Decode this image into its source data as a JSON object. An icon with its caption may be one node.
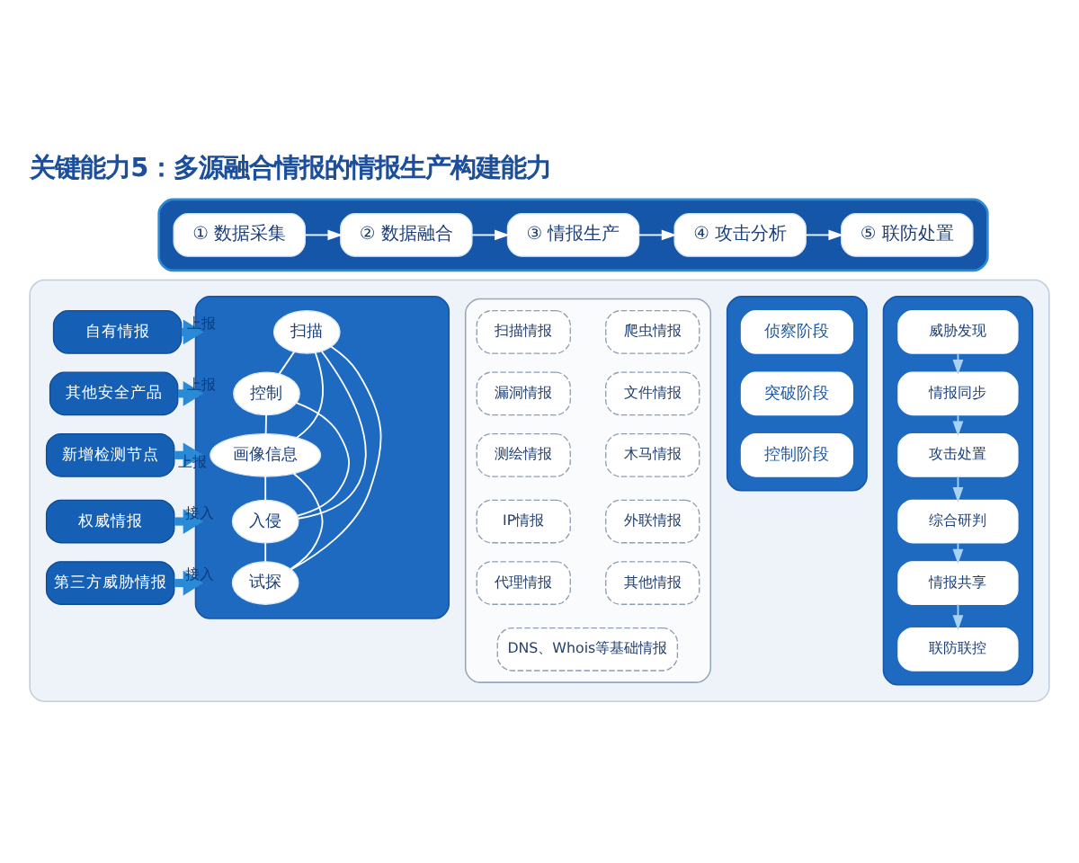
{
  "diagram": {
    "title": "关键能力5：多源融合情报的情报生产构建能力",
    "nodes": [
      {
        "text": [],
        "shape": "box"
      },
      {
        "text": [
          "① 数据采集"
        ],
        "in": 0
      },
      {
        "text": [
          "② 数据融合"
        ],
        "in": 0
      },
      {
        "text": [
          "③ 情报生产"
        ],
        "in": 0
      },
      {
        "text": [
          "④ 攻击分析"
        ],
        "in": 0
      },
      {
        "text": [
          "⑤ 联防处置"
        ],
        "in": 0
      },
      {
        "text": [],
        "shape": "box"
      },
      {
        "text": [
          "自有情报"
        ],
        "in": 6
      },
      {
        "text": [
          "其他安全产品"
        ],
        "in": 6
      },
      {
        "text": [
          "新增检测节点"
        ],
        "in": 6
      },
      {
        "text": [
          "权威情报"
        ],
        "in": 6
      },
      {
        "text": [
          "第三方威胁情报"
        ],
        "in": 6
      },
      {
        "text": [],
        "shape": "box",
        "in": 6
      },
      {
        "text": [
          "扫描"
        ],
        "in": 12
      },
      {
        "text": [
          "控制"
        ],
        "in": 12
      },
      {
        "text": [
          "画像信息"
        ],
        "in": 12
      },
      {
        "text": [
          "入侵"
        ],
        "in": 12
      },
      {
        "text": [
          "试探"
        ],
        "in": 12
      },
      {
        "text": [],
        "shape": "box",
        "in": 6
      },
      {
        "text": [
          "扫描情报"
        ],
        "in": 18
      },
      {
        "text": [
          "爬虫情报"
        ],
        "in": 18
      },
      {
        "text": [
          "漏洞情报"
        ],
        "in": 18
      },
      {
        "text": [
          "文件情报"
        ],
        "in": 18
      },
      {
        "text": [
          "测绘情报"
        ],
        "in": 18
      },
      {
        "text": [
          "木马情报"
        ],
        "in": 18
      },
      {
        "text": [
          "IP情报"
        ],
        "in": 18
      },
      {
        "text": [
          "外联情报"
        ],
        "in": 18
      },
      {
        "text": [
          "代理情报"
        ],
        "in": 18
      },
      {
        "text": [
          "其他情报"
        ],
        "in": 18
      },
      {
        "text": [
          "DNS、Whois等基础情报"
        ],
        "in": 18
      },
      {
        "text": [],
        "shape": "box",
        "in": 6
      },
      {
        "text": [
          "侦察阶段"
        ],
        "in": 30
      },
      {
        "text": [
          "突破阶段"
        ],
        "in": 30
      },
      {
        "text": [
          "控制阶段"
        ],
        "in": 30
      },
      {
        "text": [],
        "shape": "box",
        "in": 6
      },
      {
        "text": [
          "威胁发现"
        ],
        "in": 34
      },
      {
        "text": [
          "情报同步"
        ],
        "in": 34
      },
      {
        "text": [
          "攻击处置"
        ],
        "in": 34
      },
      {
        "text": [
          "综合研判"
        ],
        "in": 34
      },
      {
        "text": [
          "情报共享"
        ],
        "in": 34
      },
      {
        "text": [
          "联防联控"
        ],
        "in": 34
      }
    ],
    "edges": [
      {
        "from": 1,
        "to": 2,
        "arrow": "to"
      },
      {
        "from": 2,
        "to": 3,
        "arrow": "to"
      },
      {
        "from": 3,
        "to": 4,
        "arrow": "to"
      },
      {
        "from": 4,
        "to": 5,
        "arrow": "to"
      },
      {
        "from": 7,
        "to": 12,
        "arrow": "to",
        "label": "上报",
        "style": "thick",
        "color": "#2b8ad6"
      },
      {
        "from": 8,
        "to": 12,
        "arrow": "to",
        "label": "上报",
        "style": "thick",
        "color": "#2b8ad6"
      },
      {
        "from": 9,
        "to": 12,
        "arrow": "to",
        "label": "上报",
        "style": "thick",
        "color": "#2b8ad6"
      },
      {
        "from": 10,
        "to": 12,
        "arrow": "to",
        "label": "接入",
        "style": "thick",
        "color": "#2b8ad6"
      },
      {
        "from": 11,
        "to": 12,
        "arrow": "to",
        "label": "接入",
        "style": "thick",
        "color": "#2b8ad6"
      },
      {
        "from": 13,
        "to": 14,
        "arrow": "none"
      },
      {
        "from": 13,
        "to": 15,
        "arrow": "none"
      },
      {
        "from": 13,
        "to": 16,
        "arrow": "none"
      },
      {
        "from": 13,
        "to": 17,
        "arrow": "none"
      },
      {
        "from": 14,
        "to": 15,
        "arrow": "none"
      },
      {
        "from": 14,
        "to": 16,
        "arrow": "none"
      },
      {
        "from": 15,
        "to": 16,
        "arrow": "none"
      },
      {
        "from": 15,
        "to": 17,
        "arrow": "none"
      },
      {
        "from": 16,
        "to": 17,
        "arrow": "none"
      },
      {
        "from": 35,
        "to": 36,
        "arrow": "to",
        "color": "#a8d2f4"
      },
      {
        "from": 36,
        "to": 37,
        "arrow": "to",
        "color": "#a8d2f4"
      },
      {
        "from": 37,
        "to": 38,
        "arrow": "to",
        "color": "#a8d2f4"
      },
      {
        "from": 38,
        "to": 39,
        "arrow": "to",
        "color": "#a8d2f4"
      },
      {
        "from": 39,
        "to": 40,
        "arrow": "to",
        "color": "#a8d2f4"
      }
    ]
  }
}
